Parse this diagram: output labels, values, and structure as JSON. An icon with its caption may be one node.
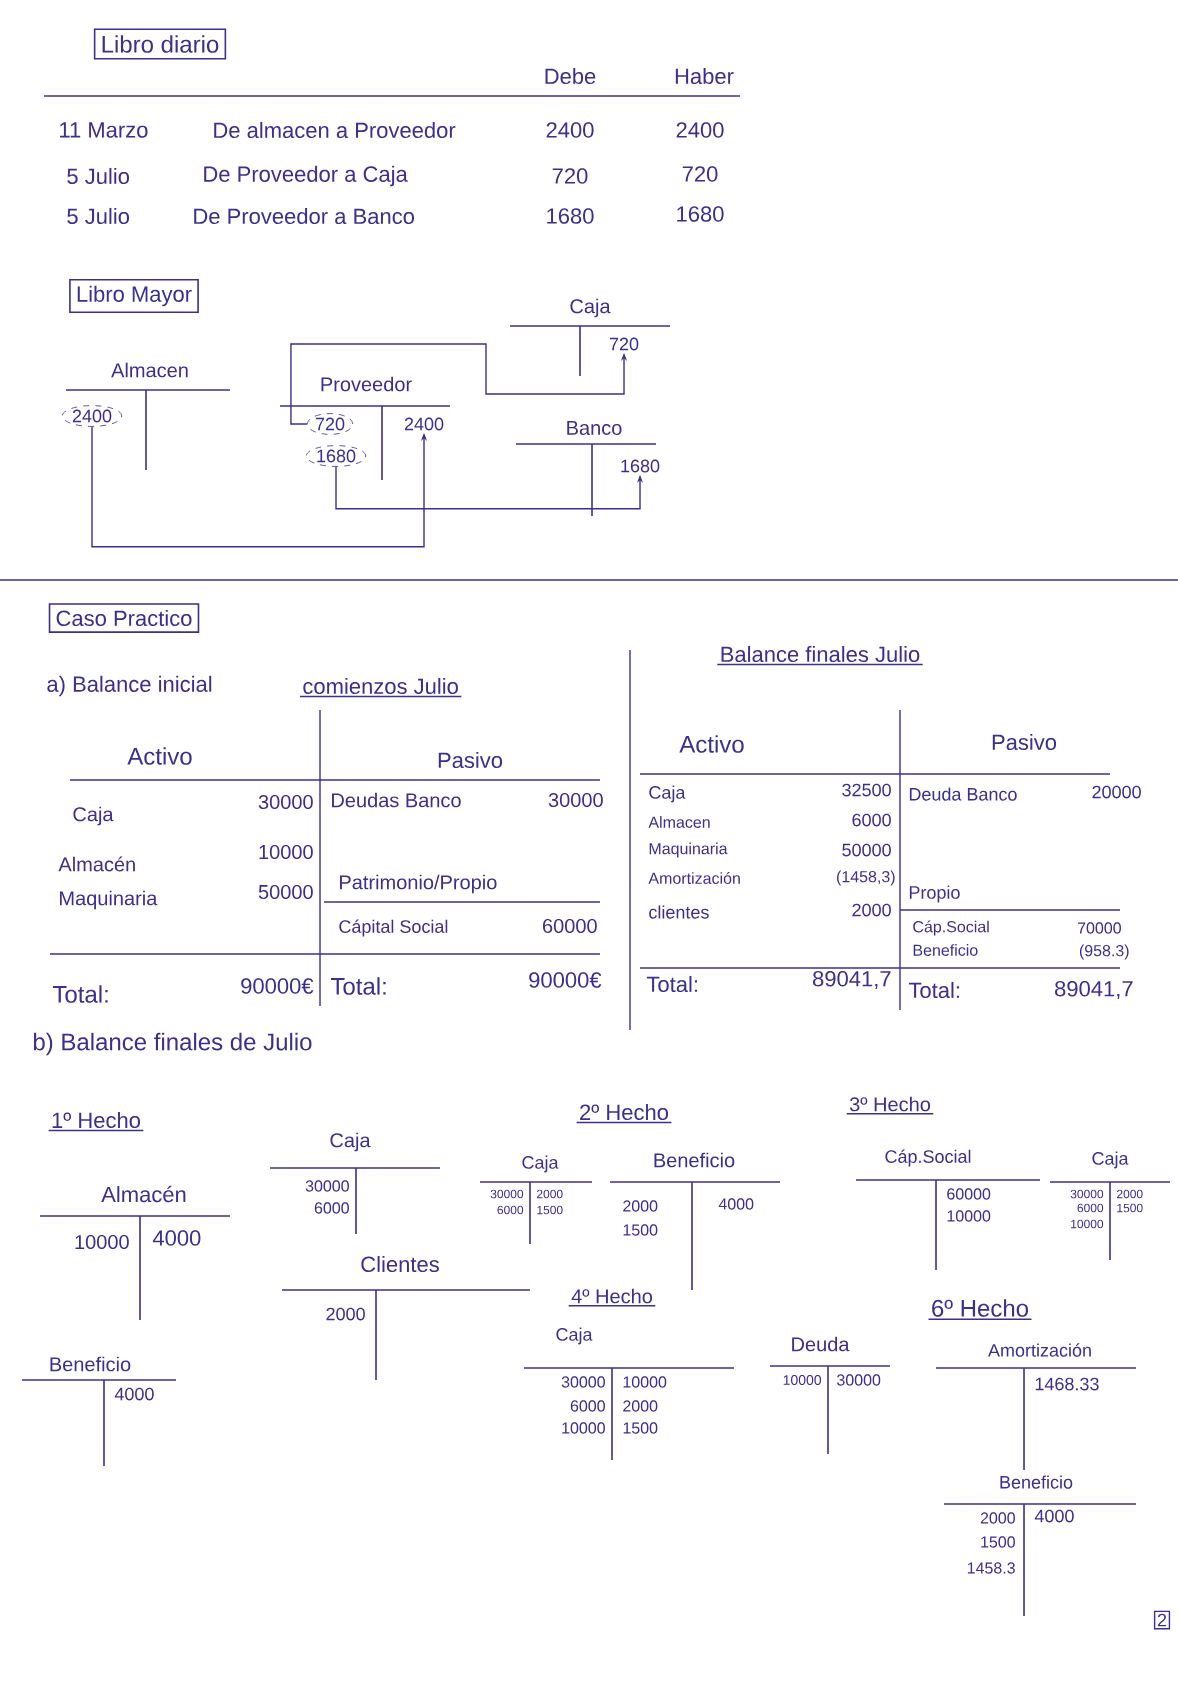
{
  "diagram": {
    "nodes": [
      {
        "text": [
          "Libro diario"
        ]
      },
      {
        "text": [
          "Libro Mayor"
        ]
      },
      {
        "text": [
          "2400"
        ]
      },
      {
        "text": [
          "720"
        ]
      },
      {
        "text": [
          "2400"
        ]
      },
      {
        "text": [
          "1680"
        ]
      },
      {
        "text": [
          "720"
        ]
      },
      {
        "text": [
          "1680"
        ]
      },
      {
        "text": [
          "Caso Practico"
        ]
      }
    ],
    "edges": [
      {
        "from": 2,
        "to": 4,
        "arrow": "to"
      },
      {
        "from": 3,
        "to": 6,
        "arrow": "to"
      },
      {
        "from": 5,
        "to": 7,
        "arrow": "to"
      }
    ],
    "labels": [
      "Debe",
      "Haber",
      "11 Marzo",
      "De almacen a Proveedor",
      "2400",
      "2400",
      "5 Julio",
      "De Proveedor a Caja",
      "720",
      "720",
      "5 Julio",
      "De Proveedor a Banco",
      "1680",
      "1680",
      "Almacen",
      "Proveedor",
      "Caja",
      "Banco",
      "a) Balance inicial",
      "comienzos Julio",
      "Balance finales Julio",
      "Activo",
      "Pasivo",
      "Activo",
      "Pasivo",
      "Caja",
      "30000",
      "Deudas Banco",
      "30000",
      "Caja",
      "32500",
      "Deuda Banco",
      "20000",
      "Almacén",
      "10000",
      "Almacen",
      "6000",
      "Maquinaria",
      "50000",
      "Patrimonio/Propio",
      "Maquinaria",
      "50000",
      "Amortización",
      "(1458,3)",
      "Propio",
      "Cápital Social",
      "60000",
      "clientes",
      "2000",
      "Cáp.Social",
      "70000",
      "Beneficio",
      "(958.3)",
      "Total:",
      "90000€",
      "Total:",
      "90000€",
      "Total:",
      "89041,7",
      "Total:",
      "89041,7",
      "b) Balance finales de Julio",
      "1º Hecho",
      "Caja",
      "2º Hecho",
      "3º Hecho",
      "Almacén",
      "Caja",
      "Beneficio",
      "Cáp.Social",
      "Caja",
      "30000",
      "6000",
      "30000",
      "6000",
      "2000",
      "1500",
      "2000",
      "1500",
      "4000",
      "60000",
      "10000",
      "30000",
      "6000",
      "10000",
      "2000",
      "1500",
      "10000",
      "4000",
      "Clientes",
      "2000",
      "4º Hecho",
      "6º Hecho",
      "Caja",
      "Deuda",
      "Amortización",
      "Beneficio",
      "4000",
      "30000",
      "10000",
      "6000",
      "2000",
      "10000",
      "1500",
      "10000",
      "30000",
      "1468.33",
      "Beneficio",
      "2000",
      "4000",
      "1500",
      "1458.3",
      "2"
    ]
  }
}
